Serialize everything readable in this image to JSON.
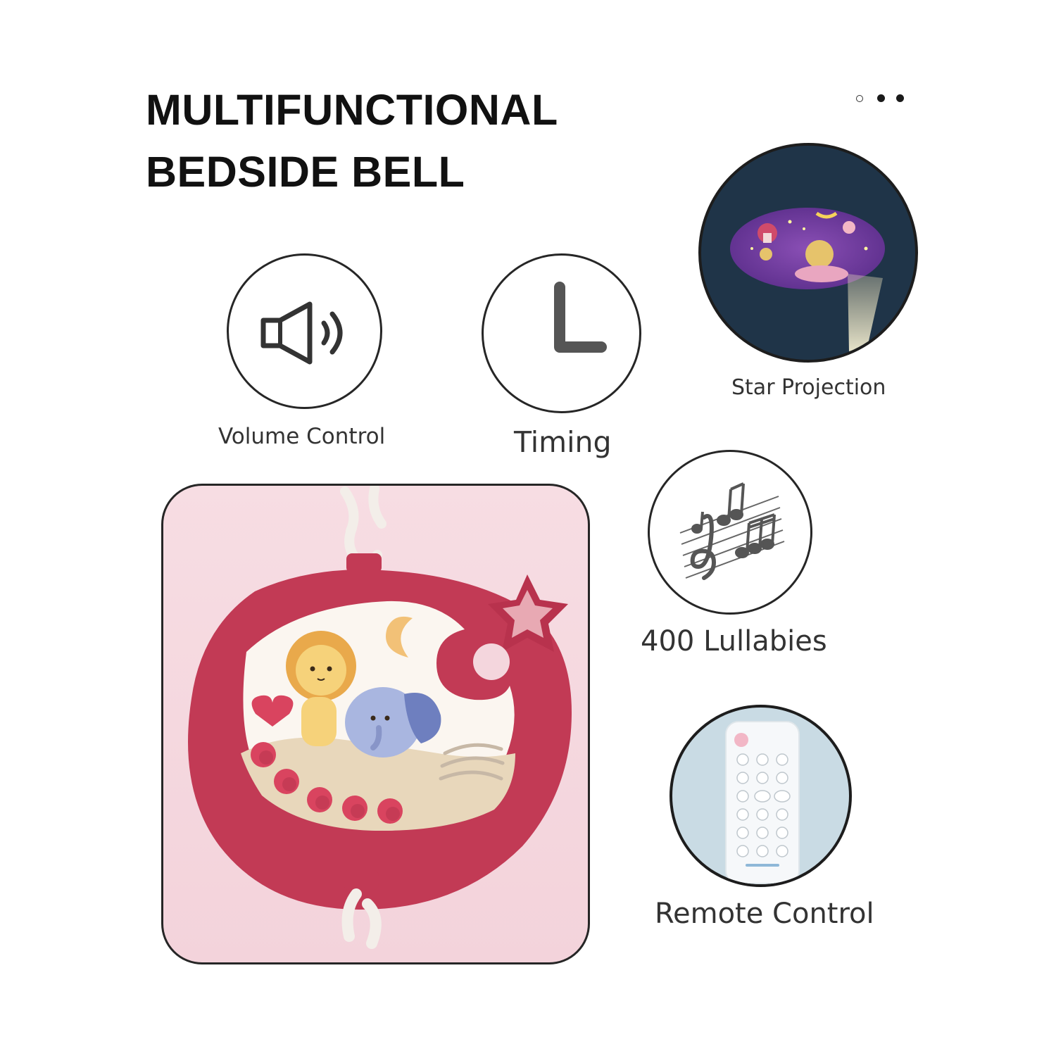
{
  "title": {
    "line1": "MULTIFUNCTIONAL",
    "line2": "BEDSIDE BELL"
  },
  "pagination": {
    "total": 3,
    "active_index": 0
  },
  "features": {
    "volume": {
      "label": "Volume Control",
      "icon": "speaker-icon"
    },
    "timing": {
      "label": "Timing",
      "icon": "clock-icon"
    },
    "projection": {
      "label": "Star Projection",
      "icon": "projection-image"
    },
    "lullabies": {
      "label": "400 Lullabies",
      "icon": "music-notes-icon"
    },
    "remote": {
      "label": "Remote Control",
      "icon": "remote-control-image"
    }
  },
  "product": {
    "icon": "bedside-bell-product-image"
  },
  "colors": {
    "product_red": "#c23a55",
    "panel_pink": "#f5d8df",
    "projection_bg": "#1f3448"
  }
}
